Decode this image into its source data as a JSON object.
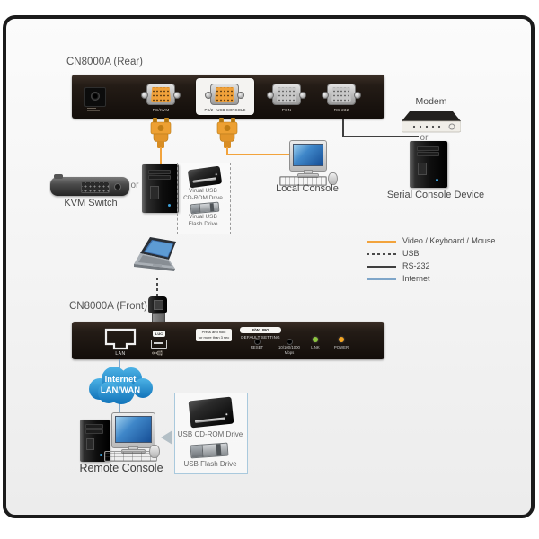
{
  "titles": {
    "rear": "CN8000A (Rear)",
    "front": "CN8000A (Front)"
  },
  "rear_panel": {
    "ports": {
      "pc_kvm": "PC/KVM",
      "console": "PS/2 - USB CONSOLE",
      "pon": "PON",
      "rs232": "RS-232"
    }
  },
  "front_panel": {
    "lan": "LAN",
    "luc": "LUC",
    "press_hold_1": "Press and hold",
    "press_hold_2": "for more than 3 sec",
    "fw_upg": "F/W UPG",
    "default_setting": "DEFAULT SETTING",
    "reset": "RESET",
    "speed": "10/100/1000",
    "mbps": "Mbps",
    "link": "LINK",
    "power": "POWER"
  },
  "labels": {
    "kvm_switch": "KVM Switch",
    "or_left": "or",
    "local_console": "Local Console",
    "modem": "Modem",
    "or_right": "or",
    "serial_console_device": "Serial Console Device",
    "remote_console": "Remote Console"
  },
  "virtual_usb_box": {
    "cdrom_line1": "Virual USB",
    "cdrom_line2": "CD-ROM Drive",
    "flash_line1": "Virual USB",
    "flash_line2": "Flash Drive"
  },
  "usb_box": {
    "cdrom": "USB CD-ROM Drive",
    "flash": "USB Flash Drive"
  },
  "cloud": {
    "line1": "Internet",
    "line2": "LAN/WAN"
  },
  "legend": [
    {
      "label": "Video / Keyboard / Mouse"
    },
    {
      "label": "USB"
    },
    {
      "label": "RS-232"
    },
    {
      "label": "Internet"
    }
  ],
  "colors": {
    "orange": "#F2A33C",
    "rs232_line": "#3F3F3F",
    "usb_line": "#4A4A4A",
    "internet_line": "#7FA6C9",
    "cloud_blue": "#2196D6",
    "link_led": "#8DC63F",
    "power_led": "#F5A623"
  }
}
